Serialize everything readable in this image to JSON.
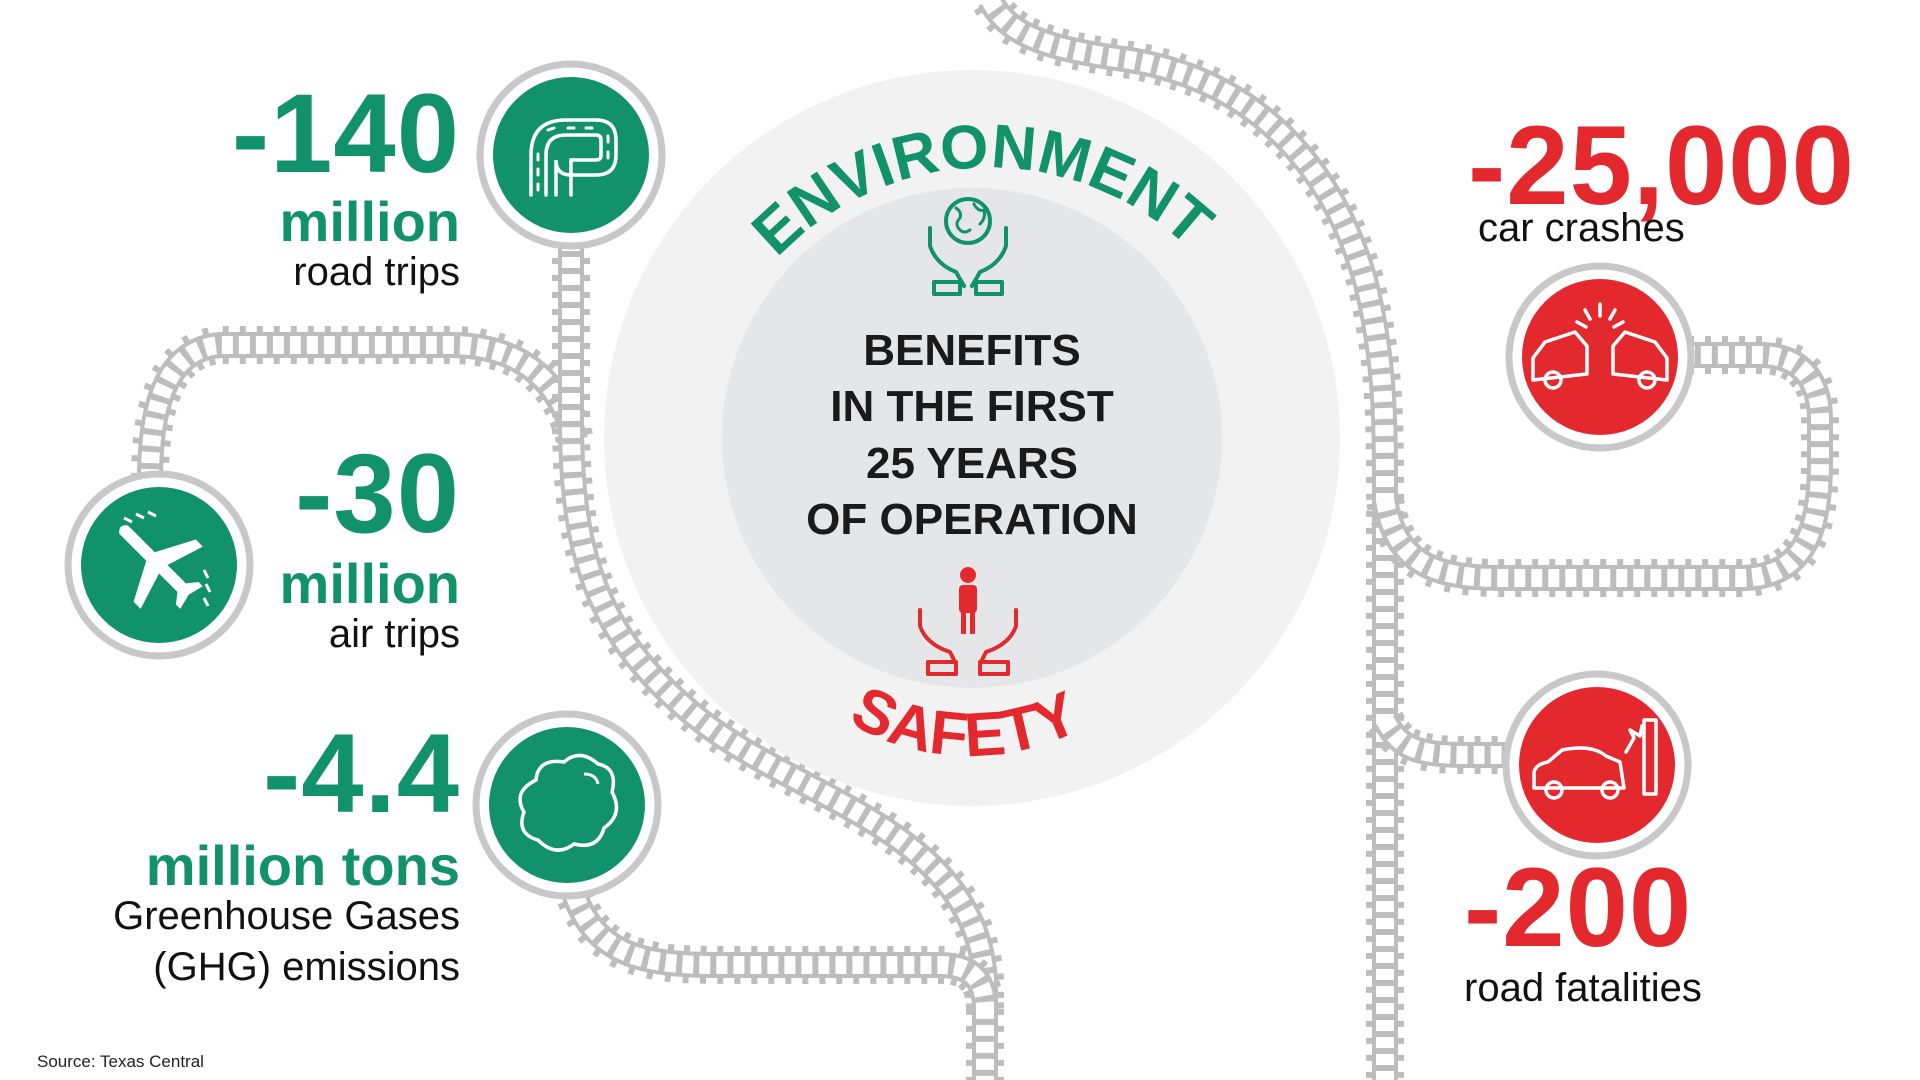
{
  "colors": {
    "green": "#11926A",
    "red": "#E3282E",
    "rail": "#BDBDBD",
    "outer_disc": "#F2F2F2",
    "inner_disc": "#E5E6E7"
  },
  "center": {
    "environment": "ENVIRONMENT",
    "lines": [
      "BENEFITS",
      "IN THE FIRST",
      "25 YEARS",
      "OF OPERATION"
    ],
    "safety": "SAFETY",
    "top_icon": "hands-globe-icon",
    "bottom_icon": "hands-person-icon"
  },
  "stats": {
    "road_trips": {
      "value": "-140",
      "unit": "million",
      "label": "road trips",
      "icon": "road-icon"
    },
    "air_trips": {
      "value": "-30",
      "unit": "million",
      "label": "air trips",
      "icon": "airplane-icon"
    },
    "ghg": {
      "value": "-4.4",
      "unit": "million tons",
      "label_line1": "Greenhouse Gases",
      "label_line2": "(GHG) emissions",
      "icon": "cloud-icon"
    },
    "crashes": {
      "value": "-25,000",
      "label": "car crashes",
      "icon": "car-collision-icon"
    },
    "fatalities": {
      "value": "-200",
      "label": "road fatalities",
      "icon": "car-wall-crash-icon"
    }
  },
  "source": "Source: Texas Central"
}
